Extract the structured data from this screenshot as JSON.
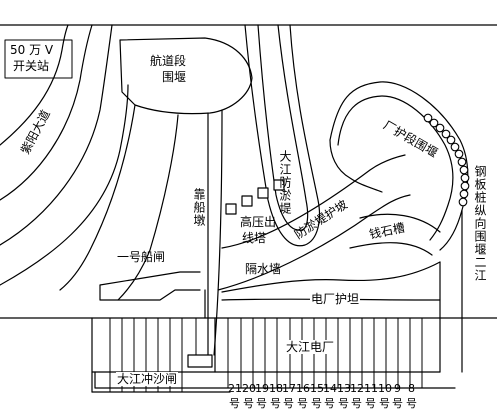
{
  "labels": {
    "substation_top": "50 万 V",
    "substation_bottom": "开关站",
    "channel_cofferdam_line1": "航道段",
    "channel_cofferdam_line2": "围堰",
    "ziyang_road": "紫阳大道",
    "factory_cofferdam": "厂护段围堰",
    "steel_sheet_pile": "钢板桩纵向围堰二江",
    "dajiang_silt_dike": "大江防淤堤",
    "hv_tower_line1": "高压出",
    "hv_tower_line2": "线塔",
    "ship_pier": "靠船墩",
    "lock_no1": "一号船闸",
    "silt_dike_slope": "防淤堤护坡",
    "riprap_ridge": "钱石槽",
    "partition_wall": "隔水墙",
    "plant_apron": "电厂护坦",
    "dajiang_plant": "大江电厂",
    "dajiang_sluice": "大江冲沙闸"
  },
  "units": {
    "numbers": [
      "21",
      "20",
      "19",
      "18",
      "17",
      "16",
      "15",
      "14",
      "13",
      "12",
      "11",
      "10",
      "9",
      "8"
    ],
    "suffix": "号"
  }
}
